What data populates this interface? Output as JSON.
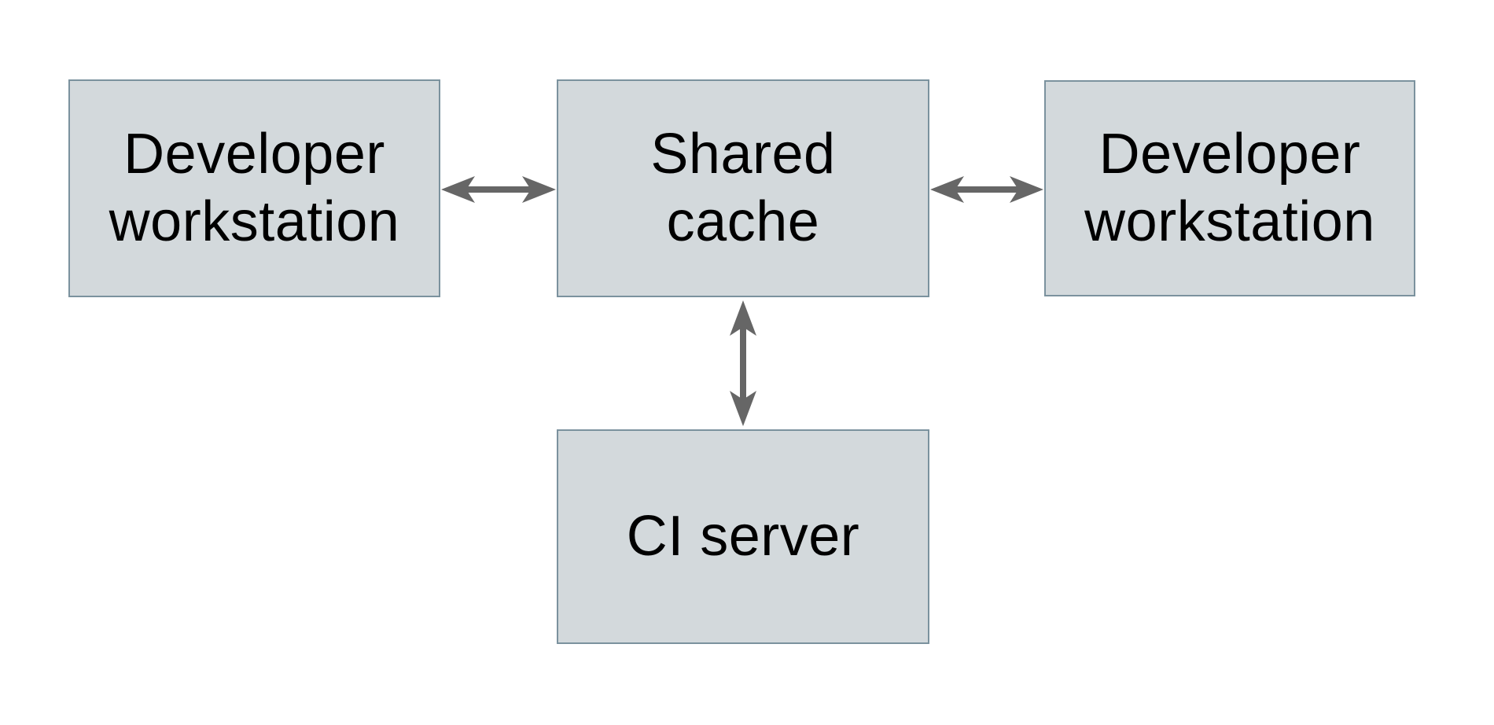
{
  "diagram": {
    "type": "architecture-diagram",
    "background": "#ffffff",
    "colors": {
      "box_fill": "#d3d9dc",
      "box_border": "#7b929e",
      "arrow": "#666666",
      "text": "#000000"
    },
    "nodes": [
      {
        "id": "developer-workstation-left",
        "label": "Developer workstation",
        "lines": [
          "Developer",
          "workstation"
        ]
      },
      {
        "id": "shared-cache",
        "label": "Shared cache",
        "lines": [
          "Shared",
          "cache"
        ]
      },
      {
        "id": "developer-workstation-right",
        "label": "Developer workstation",
        "lines": [
          "Developer",
          "workstation"
        ]
      },
      {
        "id": "ci-server",
        "label": "CI server",
        "lines": [
          "CI server"
        ]
      }
    ],
    "edges": [
      {
        "from": "developer-workstation-left",
        "to": "shared-cache",
        "direction": "bidirectional",
        "orientation": "horizontal"
      },
      {
        "from": "shared-cache",
        "to": "developer-workstation-right",
        "direction": "bidirectional",
        "orientation": "horizontal"
      },
      {
        "from": "shared-cache",
        "to": "ci-server",
        "direction": "bidirectional",
        "orientation": "vertical"
      }
    ]
  }
}
